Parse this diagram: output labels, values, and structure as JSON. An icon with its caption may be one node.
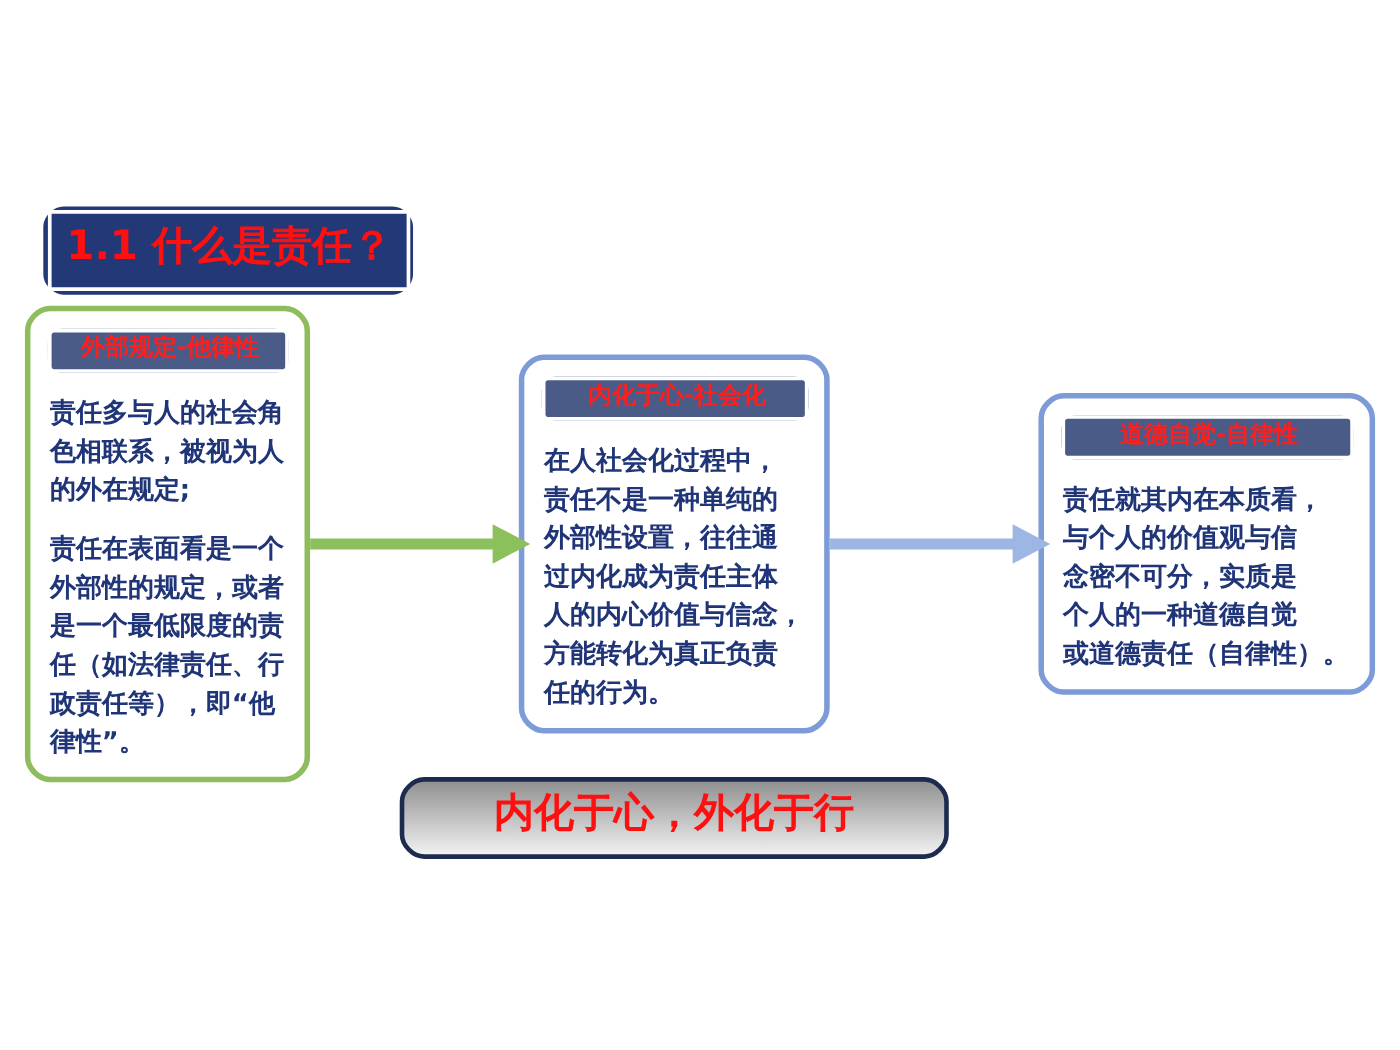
{
  "diagram": {
    "title": "1.1 什么是责任？",
    "nodes": [
      {
        "text": [
          "外部规定-他律性",
          "责任多与人的社会角色相联系，被视为人的外在规定;",
          "责任在表面看是一个外部性的规定，或者是一个最低限度的责任（如法律责任、行政责任等），即“他律性”。"
        ]
      },
      {
        "text": [
          "内化于心-社会化",
          "在人社会化过程中，责任不是一种单纯的外部性设置，往往通过内化成为责任主体人的内心价值与信念，方能转化为真正负责任的行为。"
        ]
      },
      {
        "text": [
          "道德自觉-自律性",
          "责任就其内在本质看，与个人的价值观与信念密不可分，实质是个人的一种道德自觉或道德责任（自律性）。"
        ]
      },
      {
        "text": [
          "内化于心，外化于行"
        ]
      }
    ],
    "edges": [
      {
        "from": 0,
        "to": 1,
        "arrow": "to",
        "color": "#8cc05c"
      },
      {
        "from": 1,
        "to": 2,
        "arrow": "to",
        "color": "#9db6e4"
      }
    ]
  }
}
